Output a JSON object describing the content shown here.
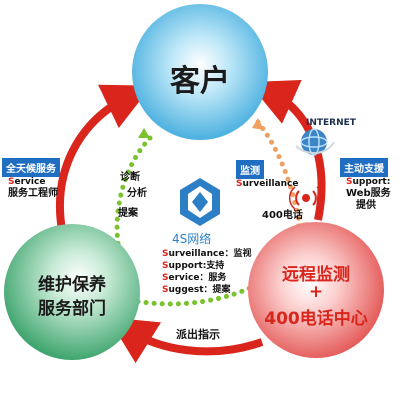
{
  "nodes": {
    "customer": "客户",
    "maintenance_line1": "维护保养",
    "maintenance_line2": "服务部门",
    "remote_line1": "远程监测",
    "remote_line2": "+",
    "remote_line3": "400电话中心"
  },
  "left_box": {
    "tag": "全天候服务",
    "cap": "S",
    "rest": "ervice",
    "line2": "服务工程师"
  },
  "middle_box": {
    "tag": "监测",
    "cap": "S",
    "rest": "urveillance"
  },
  "right_box": {
    "tag": "主动支援",
    "cap": "S",
    "rest": "upport:",
    "line2": "Web服务",
    "line3": "提供"
  },
  "diagnosis": {
    "l1": "诊断",
    "l2": "分析",
    "l3": "提案"
  },
  "phone_label": "400电话",
  "internet_label": "INTERNET",
  "dispatch_label": "派出指示",
  "logo": {
    "name": "4S网络",
    "items": [
      {
        "cap": "S",
        "rest": "urveillance：监视"
      },
      {
        "cap": "S",
        "rest": "upport:支持"
      },
      {
        "cap": "S",
        "rest": "ervice：服务"
      },
      {
        "cap": "S",
        "rest": "uggest：提案"
      }
    ]
  },
  "colors": {
    "customer_circle": "#7ed0ee",
    "maintenance_circle": "#7ac89e",
    "remote_circle": "#f08c8a",
    "red_arrow": "#d9251c",
    "green_dots": "#7ac22e",
    "orange_dots": "#f0a060",
    "tag_blue": "#1f6ec2",
    "logo_blue": "#2c7fc4"
  }
}
